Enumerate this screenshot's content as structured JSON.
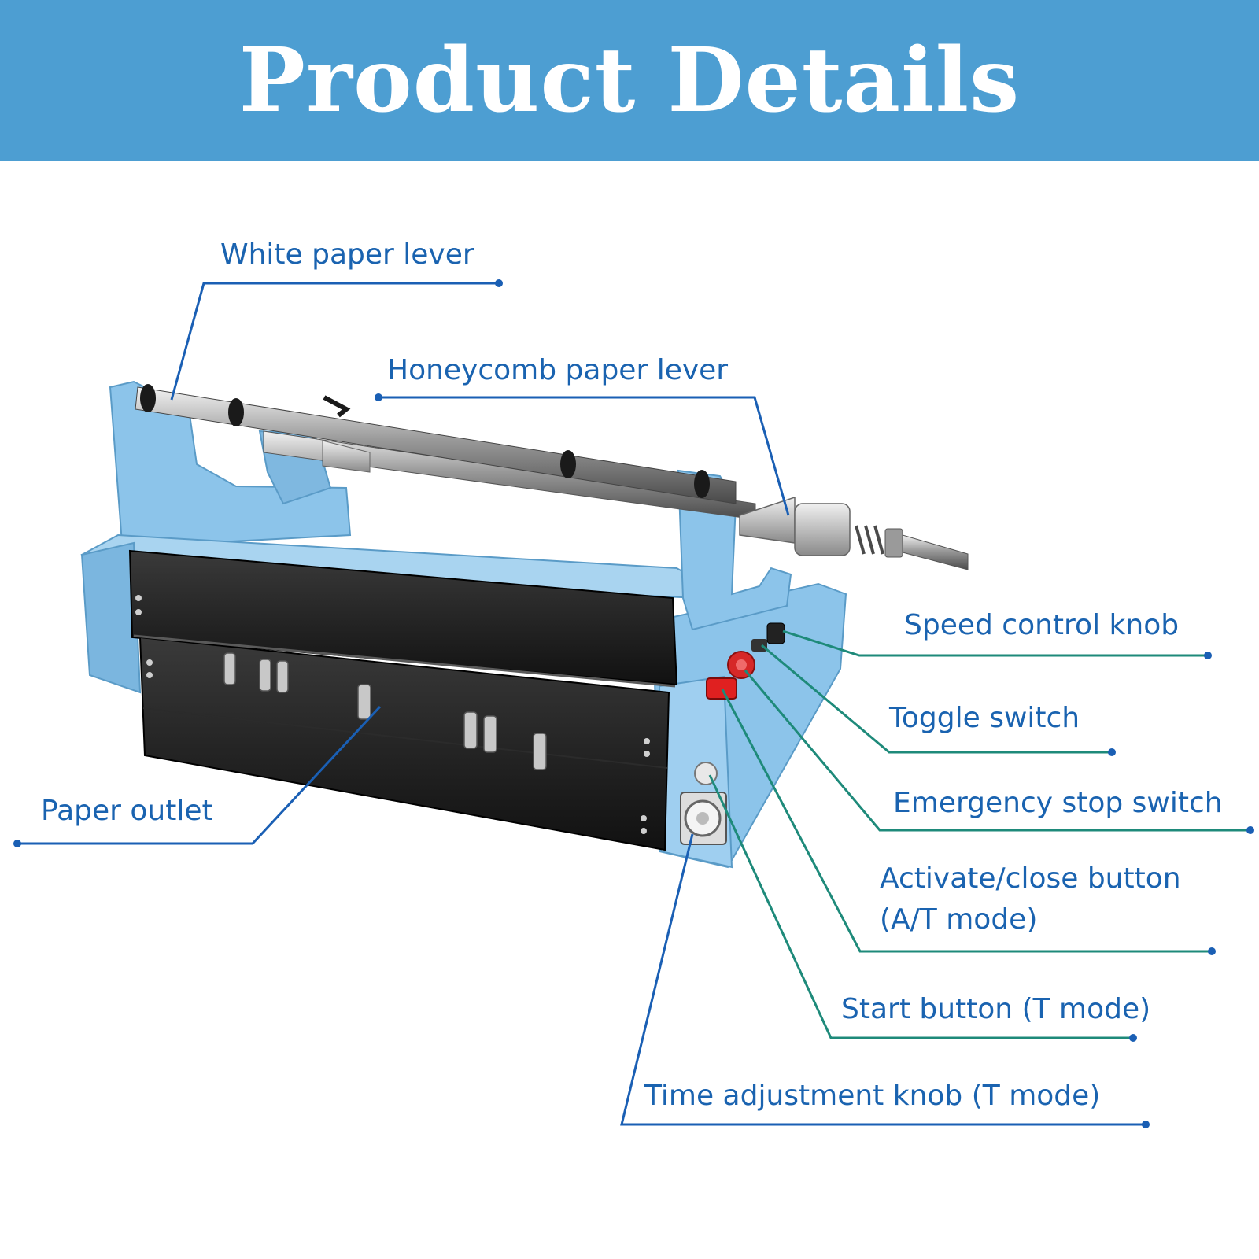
{
  "header": {
    "title": "Product Details"
  },
  "labels": {
    "white_paper_lever": "White paper lever",
    "honeycomb_paper_lever": "Honeycomb paper lever",
    "speed_control_knob": "Speed control knob",
    "toggle_switch": "Toggle switch",
    "emergency_stop_switch": "Emergency stop switch",
    "activate_close_line1": "Activate/close button",
    "activate_close_line2": "(A/T mode)",
    "start_button": "Start button (T mode)",
    "time_adjustment_knob": "Time adjustment knob (T mode)",
    "paper_outlet": "Paper outlet"
  },
  "colors": {
    "header_bg": "#4d9ed2",
    "label_text": "#1a63b0",
    "leader_line": "#1a5fb4",
    "machine_body": "#8cc4ea",
    "machine_panel": "#1e1e1e"
  }
}
